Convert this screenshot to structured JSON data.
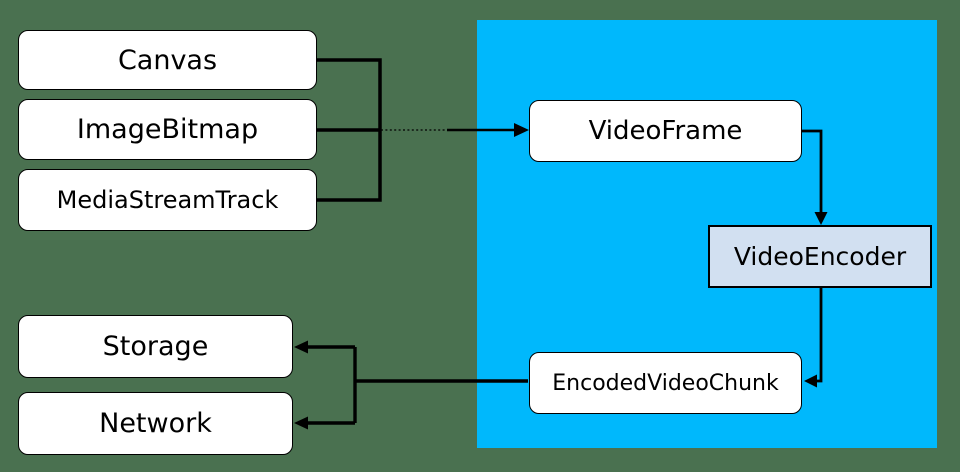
{
  "diagram": {
    "colors": {
      "background": "#4a7150",
      "region": "#00b8fc",
      "node_fill": "#ffffff",
      "encoder_fill": "#d2e0f1",
      "line": "#000000",
      "text": "#000000"
    },
    "nodes": {
      "canvas": {
        "label": "Canvas"
      },
      "image_bitmap": {
        "label": "ImageBitmap"
      },
      "media_stream_track": {
        "label": "MediaStreamTrack"
      },
      "video_frame": {
        "label": "VideoFrame"
      },
      "video_encoder": {
        "label": "VideoEncoder"
      },
      "encoded_video_chunk": {
        "label": "EncodedVideoChunk"
      },
      "storage": {
        "label": "Storage"
      },
      "network": {
        "label": "Network"
      }
    },
    "edges": [
      {
        "from": "Canvas",
        "to": "VideoFrame"
      },
      {
        "from": "ImageBitmap",
        "to": "VideoFrame"
      },
      {
        "from": "MediaStreamTrack",
        "to": "VideoFrame"
      },
      {
        "from": "VideoFrame",
        "to": "VideoEncoder"
      },
      {
        "from": "VideoEncoder",
        "to": "EncodedVideoChunk"
      },
      {
        "from": "EncodedVideoChunk",
        "to": "Storage"
      },
      {
        "from": "EncodedVideoChunk",
        "to": "Network"
      }
    ]
  }
}
